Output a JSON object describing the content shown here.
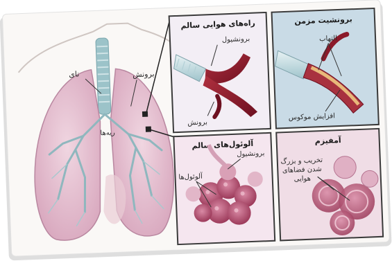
{
  "figure": {
    "left_panel": {
      "labels": {
        "trachea": "نای",
        "bronchus": "برونش",
        "lungs": "ریه‌ها"
      }
    },
    "panels": {
      "healthy_airways": {
        "title": "راه‌های هوایی سالم",
        "labels": {
          "bronchiole": "برونشیول",
          "bronchus": "برونش"
        },
        "bg_color": "#f3eef5"
      },
      "chronic_bronchitis": {
        "title": "برونشیت مزمن",
        "labels": {
          "inflammation": "التهاب",
          "mucus": "افزایش موکوس"
        },
        "bg_color": "#c9dbe6"
      },
      "healthy_alveoli": {
        "title": "آلوئول‌های سالم",
        "labels": {
          "bronchiole": "برونشیول",
          "alveoli": "آلوئول‌ها"
        },
        "bg_color": "#f5e6ef"
      },
      "emphysema": {
        "title": "آمفیزم",
        "labels": {
          "damage": "تخریب و بزرگ شدن فضاهای هوایی"
        },
        "bg_color": "#f0dde6"
      }
    },
    "colors": {
      "lung_fill": "#e7c4d3",
      "airway": "#8fbfc7",
      "vessel": "#8b1a2a",
      "border": "#3a3a3a"
    }
  }
}
